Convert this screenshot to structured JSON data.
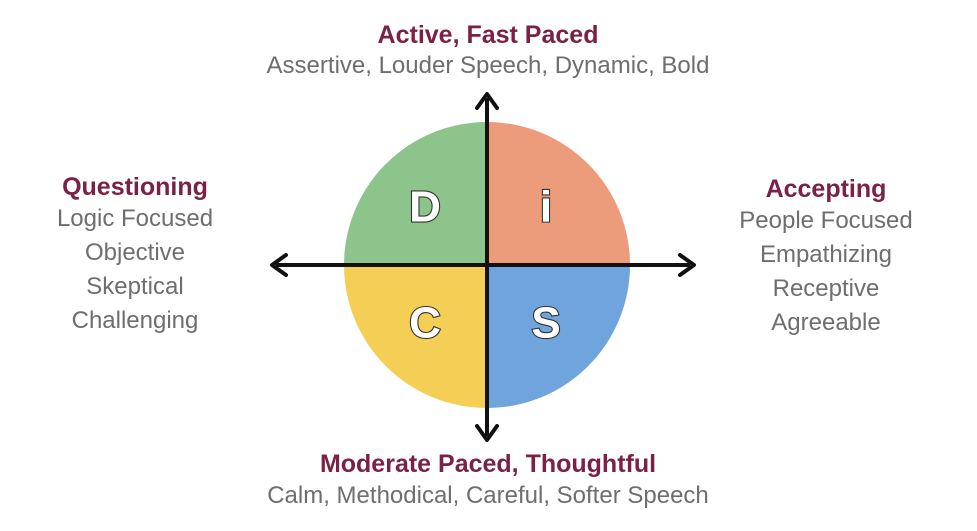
{
  "top": {
    "heading": "Active, Fast Paced",
    "description": "Assertive, Louder Speech, Dynamic, Bold"
  },
  "bottom": {
    "heading": "Moderate Paced, Thoughtful",
    "description": "Calm, Methodical, Careful, Softer Speech"
  },
  "left": {
    "heading": "Questioning",
    "traits": [
      "Logic Focused",
      "Objective",
      "Skeptical",
      "Challenging"
    ]
  },
  "right": {
    "heading": "Accepting",
    "traits": [
      "People Focused",
      "Empathizing",
      "Receptive",
      "Agreeable"
    ]
  },
  "quadrants": {
    "d": {
      "letter": "D",
      "color": "#8dc48c"
    },
    "i": {
      "letter": "i",
      "color": "#ec9b7b"
    },
    "c": {
      "letter": "C",
      "color": "#f4ce55"
    },
    "s": {
      "letter": "S",
      "color": "#6fa4dc"
    }
  },
  "colors": {
    "heading": "#7b2046",
    "description": "#6e6e6e",
    "axis": "#111111"
  }
}
